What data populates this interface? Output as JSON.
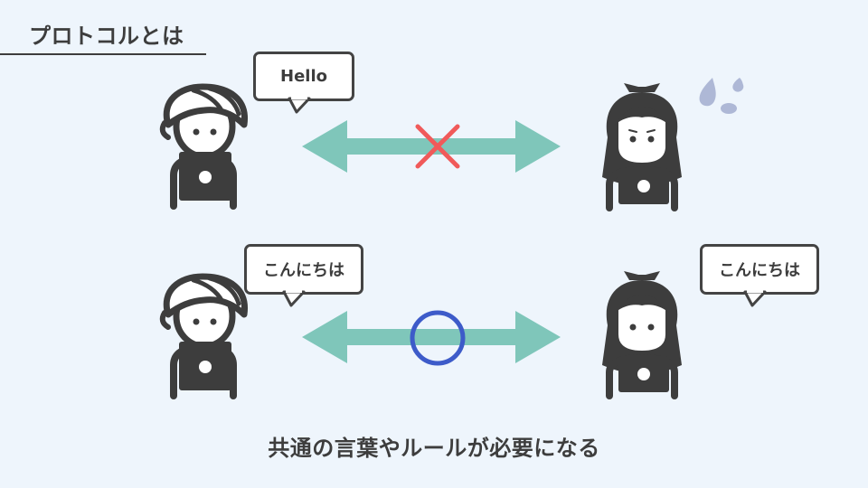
{
  "slide": {
    "title": "プロトコルとは",
    "caption": "共通の言葉やルールが必要になる"
  },
  "row1": {
    "bubble_left": "Hello",
    "connection_mark": "cross",
    "right_person_state": "confused"
  },
  "row2": {
    "bubble_left": "こんにちは",
    "bubble_right": "こんにちは",
    "connection_mark": "circle"
  },
  "icons": {
    "left_person": "boy-with-laptop-icon",
    "right_person": "girl-with-laptop-icon",
    "arrow": "double-arrow-icon",
    "cross": "cross-mark-icon",
    "circle": "circle-mark-icon",
    "sweat": "sweat-drops-icon"
  },
  "colors": {
    "background": "#eef5fc",
    "figure": "#3d3d3d",
    "arrow": "#7fc6ba",
    "cross": "#f05a5a",
    "circle": "#3d5bc9",
    "sweat": "#aeb8d6"
  }
}
